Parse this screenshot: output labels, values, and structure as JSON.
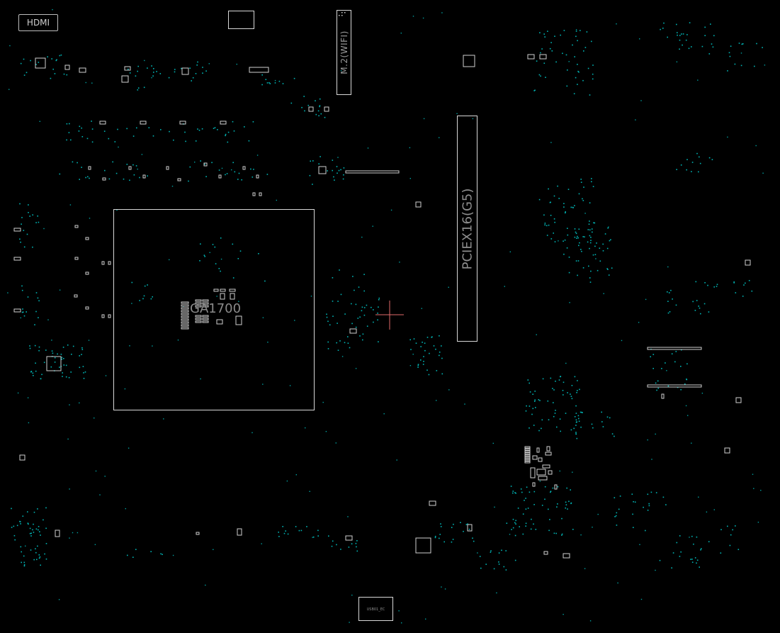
{
  "board": {
    "hdmi_label": "HDMI",
    "m2_label": "M.2(WIFI)",
    "pcie_label": "PCIEX16(G5)",
    "socket_label": "GA1700",
    "bottom_connector_label": "USB01_EC"
  },
  "colors": {
    "background": "#000000",
    "outline": "#d8d8d8",
    "via": "#00b3b3",
    "label": "#8a8a8a",
    "cursor": "#e06a6a"
  }
}
